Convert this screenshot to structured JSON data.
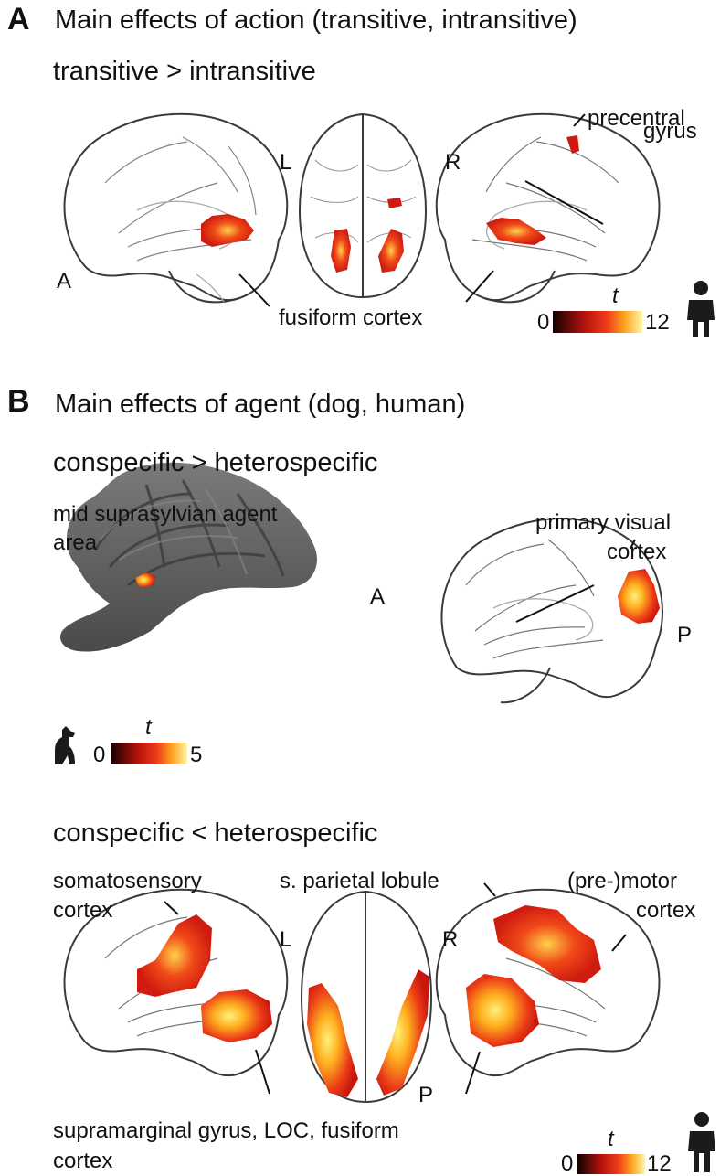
{
  "panel_a": {
    "letter": "A",
    "title": "Main effects of action (transitive, intransitive)",
    "contrast": "transitive > intransitive",
    "labels": {
      "precentral": [
        "precentral",
        "gyrus"
      ],
      "fusiform": "fusiform cortex",
      "left": "L",
      "right": "R",
      "anterior": "A"
    },
    "colorbar": {
      "variable": "t",
      "min": "0",
      "max": "12"
    },
    "species_icon": "human-icon"
  },
  "panel_b": {
    "letter": "B",
    "title": "Main effects of agent (dog, human)",
    "contrast1": "conspecific > heterospecific",
    "contrast2": "conspecific < heterospecific",
    "labels1": {
      "msa": [
        "mid suprasylvian agent",
        "area"
      ],
      "v1": [
        "primary visual",
        "cortex"
      ],
      "anterior": "A",
      "posterior": "P"
    },
    "colorbar_dog": {
      "variable": "t",
      "min": "0",
      "max": "5"
    },
    "labels2": {
      "somato": [
        "somatosensory",
        "cortex"
      ],
      "spl": "s. parietal lobule",
      "premotor": [
        "(pre-)motor",
        "cortex"
      ],
      "left": "L",
      "right": "R",
      "posterior": "P",
      "bottom": [
        "supramarginal gyrus, LOC, fusiform",
        "cortex"
      ]
    },
    "colorbar_human": {
      "variable": "t",
      "min": "0",
      "max": "12"
    },
    "species_icons": [
      "dog-icon",
      "human-icon"
    ]
  },
  "colors": {
    "hot_low": "#2a0000",
    "hot_mid": "#e8221a",
    "hot_high": "#fff27a",
    "brain_outline": "#333333",
    "dog_brain": "#5f5f5f"
  }
}
